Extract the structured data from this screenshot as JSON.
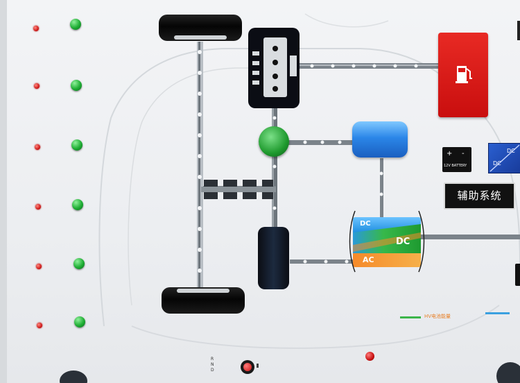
{
  "left_panel": {
    "rows": [
      {
        "left_label": "",
        "right_label": ""
      },
      {
        "left_label": "",
        "right_label": ""
      },
      {
        "left_label": "",
        "right_label": ""
      },
      {
        "left_label": "",
        "right_label": ""
      },
      {
        "left_label": "",
        "right_label": ""
      },
      {
        "left_label": "",
        "right_label": ""
      }
    ]
  },
  "diagram": {
    "system_tag": "辅助系统",
    "battery_label": "12V BATTERY",
    "dcdc_label": "DC",
    "converter": {
      "top": "DC",
      "middle": "DC",
      "bottom": "AC"
    },
    "legend": [
      {
        "text": "HV电池能量",
        "color": "#3cb54a"
      },
      {
        "text": "",
        "color": "#3aa0e0"
      }
    ]
  },
  "bottom_controls": {
    "gear_letters": "R N D",
    "center_button_label": "",
    "right_label": ""
  },
  "colors": {
    "fuel_box": "#d81818",
    "motor_blue": "#1e6fd9",
    "generator_green": "#1f9a2e",
    "legend_green": "#3cb54a",
    "legend_blue": "#3aa0e0"
  },
  "icons": [
    "fuel-pump-icon",
    "battery-icon",
    "engine-icon"
  ]
}
